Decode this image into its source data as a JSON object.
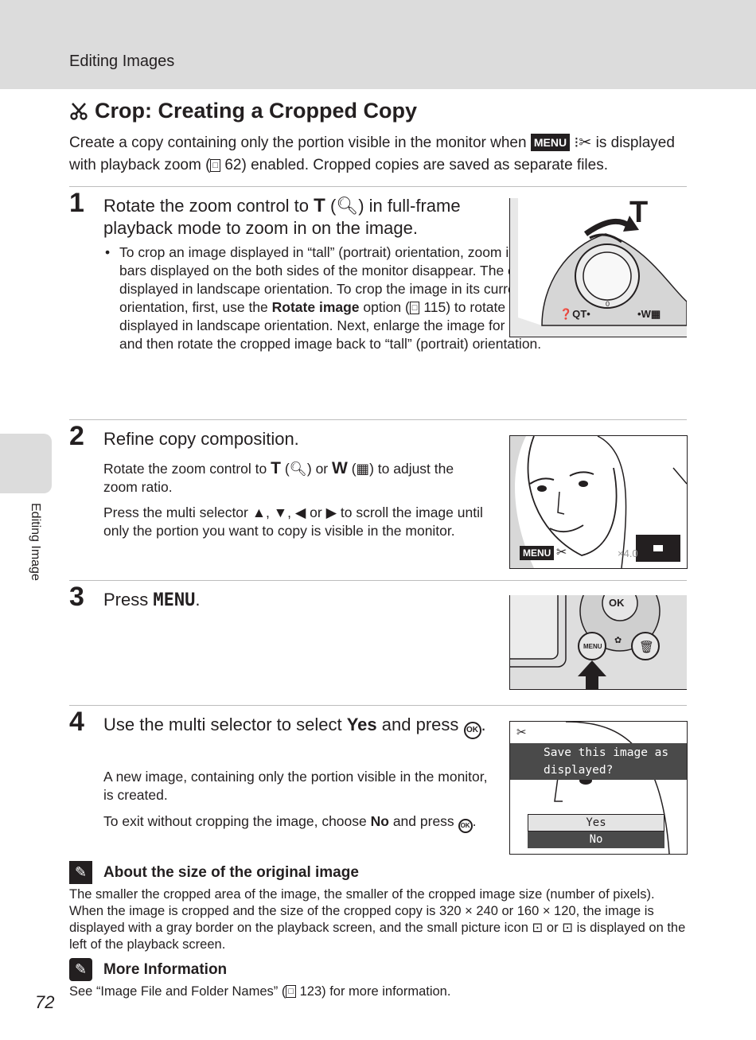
{
  "header": {
    "section": "Editing Images"
  },
  "side_tab": {
    "label": "Editing Image"
  },
  "page": {
    "title": "Crop: Creating a Cropped Copy",
    "intro_a": "Create a copy containing only the portion visible in the monitor when",
    "intro_b": "is",
    "intro_c": "displayed with playback zoom (",
    "intro_ref": "62",
    "intro_d": ") enabled. Cropped copies are saved as separate files."
  },
  "steps": [
    {
      "number": "1",
      "head_a": "Rotate the zoom control to",
      "head_t": "T",
      "head_b": ") in full-frame",
      "head_c": "playback mode to zoom in on the image.",
      "bullet_a": "To crop an image displayed in “tall” (portrait) orientation, zoom in on picture until the black bars displayed on the both sides of the monitor disappear. The cropped image is displayed in landscape orientation. To crop the image in its current “tall” (portrait) orientation, first, use the",
      "bullet_bold": "Rotate image",
      "bullet_b": "option (",
      "bullet_ref": "115",
      "bullet_c": ") to rotate the image so that it is displayed in landscape orientation. Next, enlarge the image for cropping, crop the image, and then rotate the cropped image back to “tall” (portrait) orientation.",
      "figure": {
        "t_label": "T",
        "zoom_label_left": "T",
        "zoom_label_right": "W"
      }
    },
    {
      "number": "2",
      "head": "Refine copy composition.",
      "p1_a": "Rotate the zoom control to",
      "p1_t": "T",
      "p1_b": ") or",
      "p1_w": "W",
      "p1_c": ") to adjust the zoom ratio.",
      "p2": "Press the multi selector ▲, ▼, ◀ or ▶ to scroll the image until only the portion you want to copy is visible in the monitor.",
      "figure": {
        "menu_tag": "MENU",
        "zoom_readout": "×4.0"
      }
    },
    {
      "number": "3",
      "head": "Press",
      "head_menu": "MENU",
      "figure": {
        "button_label": "MENU",
        "ok_label": "OK"
      }
    },
    {
      "number": "4",
      "head_a": "Use the multi selector to select",
      "head_bold": "Yes",
      "head_b": "and press",
      "p1": "A new image, containing only the portion visible in the monitor, is created.",
      "p2_a": "To exit without cropping the image, choose",
      "p2_bold": "No",
      "p2_b": "and press",
      "figure": {
        "dialog_text": "Save this image as displayed?",
        "option_yes": "Yes",
        "option_no": "No"
      }
    }
  ],
  "ok_glyph": "OK",
  "menu_glyph": "MENU",
  "ref_glyph": "□",
  "notes": [
    {
      "icon": "pencil-icon",
      "title": "About the size of the original image",
      "text_a": "The smaller the cropped area of the image, the smaller of the cropped image size (number of pixels). When the image is cropped and the size of the cropped copy is 320 × 240 or 160 × 120, the image is displayed with a gray border on the playback screen, and the small picture icon",
      "text_b": "or",
      "text_c": "is displayed on the left of the playback screen."
    },
    {
      "icon": "info-icon",
      "title": "More Information",
      "text_a": "See “Image File and Folder Names” (",
      "text_ref": "123",
      "text_b": ") for more information."
    }
  ],
  "footer": {
    "page_number": "72"
  }
}
